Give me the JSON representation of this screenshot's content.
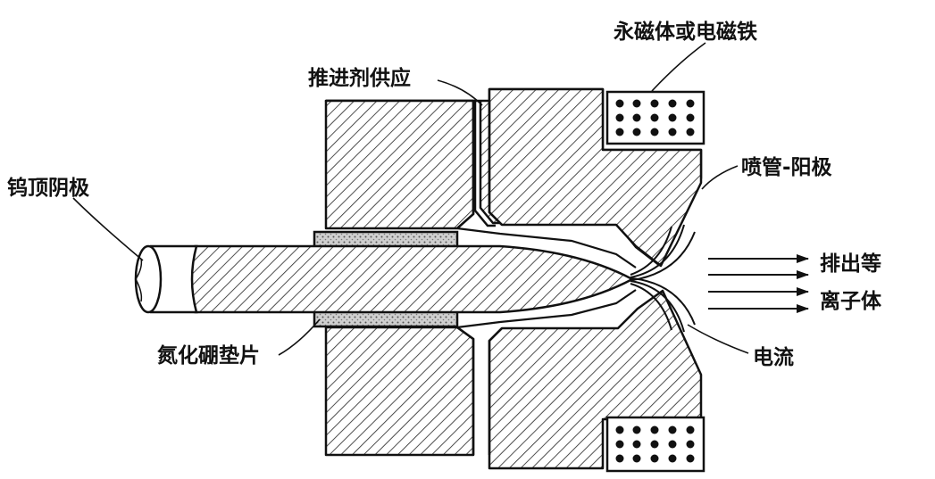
{
  "labels": {
    "magnet": "永磁体或电磁铁",
    "propellant": "推进剂供应",
    "nozzle_anode": "喷管-阳极",
    "cathode": "钨顶阴极",
    "exhaust_line1": "排出等",
    "exhaust_line2": "离子体",
    "current": "电流",
    "spacer": "氮化硼垫片"
  }
}
